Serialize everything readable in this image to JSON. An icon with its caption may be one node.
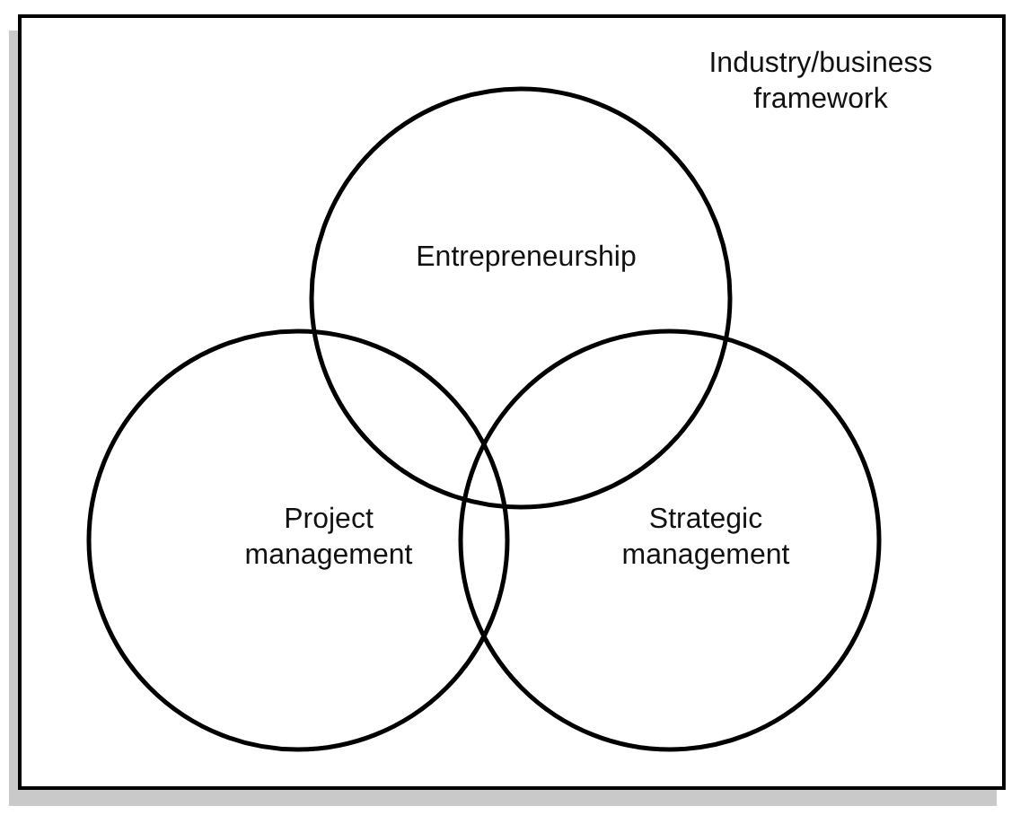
{
  "diagram": {
    "nodes": [
      {
        "text": [
          "Industry/business framework"
        ]
      },
      {
        "text": [
          "Entrepreneurship"
        ],
        "in": 0
      },
      {
        "text": [
          "Project management"
        ],
        "in": 0
      },
      {
        "text": [
          "Strategic management"
        ],
        "in": 0
      }
    ]
  }
}
